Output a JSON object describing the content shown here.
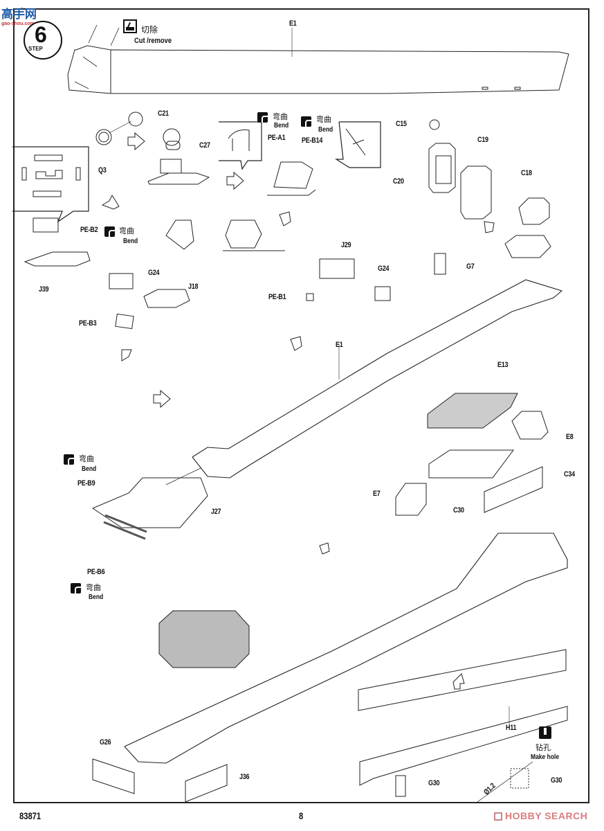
{
  "watermark": {
    "site_cn": "高手网",
    "site_url": "gao-shou.com"
  },
  "step": {
    "label": "STEP",
    "number": "6"
  },
  "legend": {
    "cut": {
      "icon": "cut-icon",
      "cn": "切除",
      "en": "Cut /remove"
    },
    "bend": {
      "icon": "bend-icon",
      "cn": "弯曲",
      "en": "Bend"
    },
    "drill": {
      "icon": "drill-icon",
      "cn": "钻孔",
      "en": "Make hole"
    }
  },
  "parts": {
    "e1_top": "E1",
    "c21": "C21",
    "q3": "Q3",
    "c27": "C27",
    "pe_a1": "PE-A1",
    "pe_b14": "PE-B14",
    "c15": "C15",
    "c19": "C19",
    "c20": "C20",
    "c18": "C18",
    "pe_b2": "PE-B2",
    "j39": "J39",
    "g24_left": "G24",
    "j18": "J18",
    "pe_b3": "PE-B3",
    "j29": "J29",
    "g24_mid": "G24",
    "pe_b1": "PE-B1",
    "g7": "G7",
    "e1_mid": "E1",
    "e13": "E13",
    "e8": "E8",
    "c34": "C34",
    "e7": "E7",
    "c30": "C30",
    "pe_b9": "PE-B9",
    "j27": "J27",
    "pe_b6": "PE-B6",
    "g26": "G26",
    "j36": "J36",
    "h11": "H11",
    "g30_a": "G30",
    "g30_b": "G30",
    "drill_size": "Ø1.2"
  },
  "footer": {
    "kit_number": "83871",
    "page_number": "8",
    "source": "HOBBY SEARCH"
  }
}
